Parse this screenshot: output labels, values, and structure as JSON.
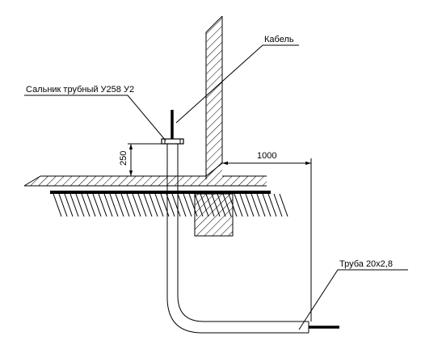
{
  "labels": {
    "cable": "Кабель",
    "gland": "Сальник трубный У258 У2",
    "pipe": "Труба 20х2,8",
    "dim_height": "250",
    "dim_distance": "1000"
  }
}
